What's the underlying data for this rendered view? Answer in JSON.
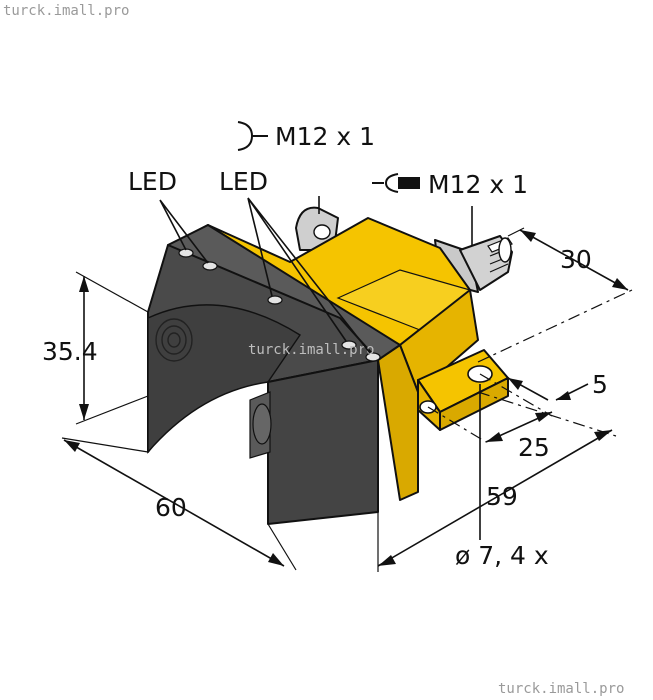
{
  "watermarks": {
    "top": "turck.imall.pro",
    "center": "turck.imall.pro",
    "bottom": "turck.imall.pro"
  },
  "connectors": {
    "female": {
      "label": "M12 x 1",
      "icon": "female-connector-symbol-icon"
    },
    "male": {
      "label": "M12 x 1",
      "icon": "male-connector-symbol-icon"
    }
  },
  "leds": {
    "left": "LED",
    "right": "LED"
  },
  "dimensions": {
    "height": "35.4",
    "width": "60",
    "depth_total": "59",
    "depth_connector": "30",
    "flange_thickness": "5",
    "hole_spacing": "25",
    "mounting_holes": "ø 7, 4 x"
  },
  "colors": {
    "housing_yellow": "#f5c400",
    "housing_yellow_dark": "#d9a900",
    "body_gray": "#555555",
    "body_gray_dark": "#3c3c3c"
  }
}
